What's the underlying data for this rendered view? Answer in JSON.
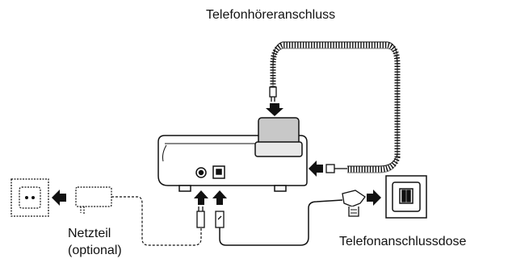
{
  "labels": {
    "handset_port": "Telefonhöreranschluss",
    "power_supply": "Netzteil",
    "optional": "(optional)",
    "phone_socket": "Telefonanschlussdose"
  }
}
